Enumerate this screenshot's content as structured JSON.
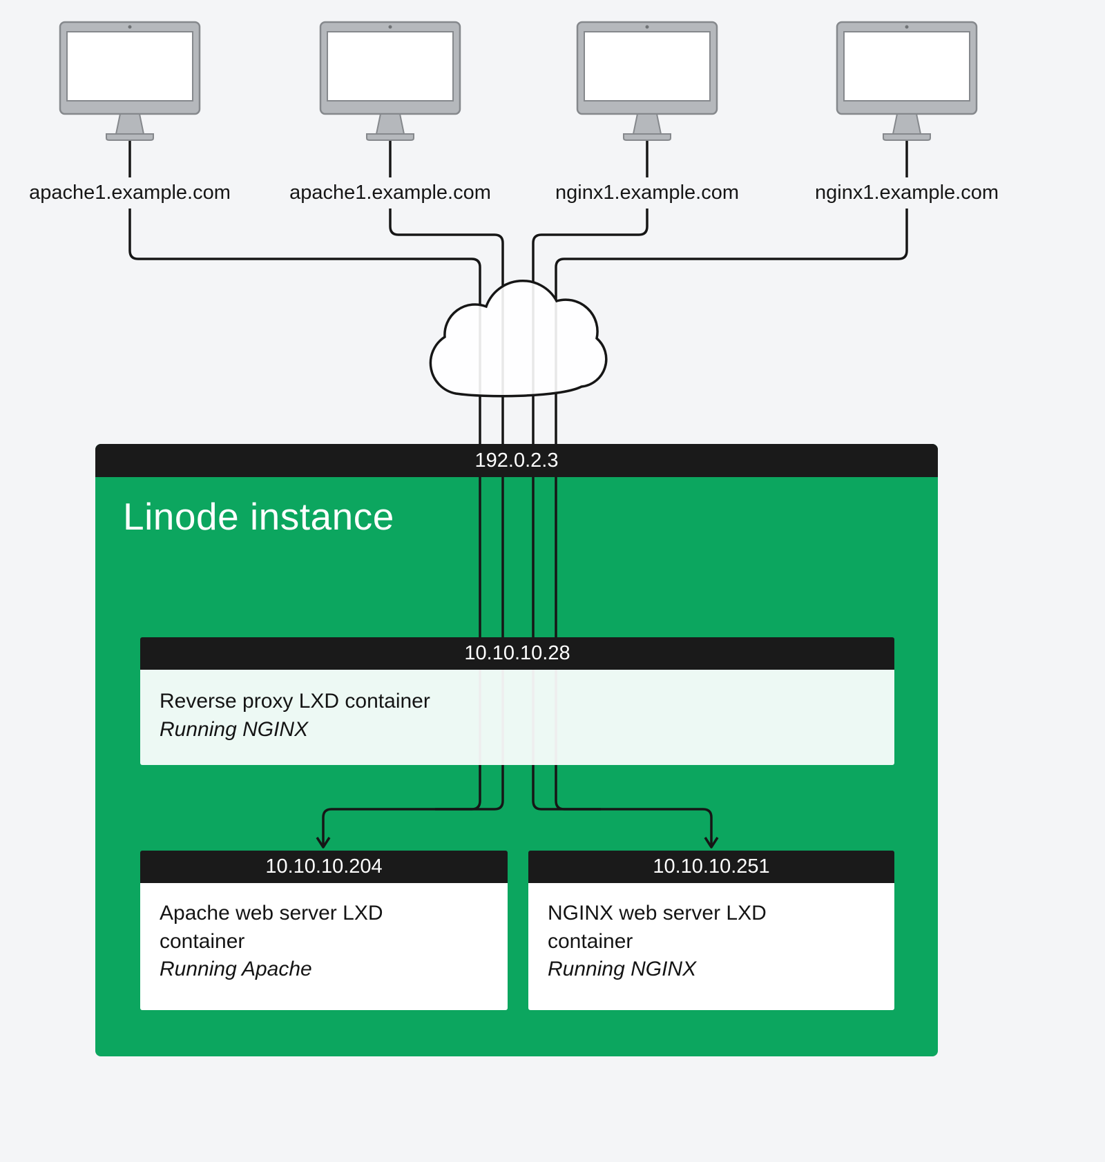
{
  "meta": {
    "background_color": "#f4f5f7",
    "accent_green": "#0ca65f",
    "bar_color": "#1a1a1a",
    "line_color": "#161616"
  },
  "clients": [
    {
      "label": "apache1.example.com",
      "icon": "desktop-monitor-icon"
    },
    {
      "label": "apache1.example.com",
      "icon": "desktop-monitor-icon"
    },
    {
      "label": "nginx1.example.com",
      "icon": "desktop-monitor-icon"
    },
    {
      "label": "nginx1.example.com",
      "icon": "desktop-monitor-icon"
    }
  ],
  "internet": {
    "icon": "cloud-icon"
  },
  "linode": {
    "title": "Linode instance",
    "public_ip": "192.0.2.3",
    "reverse_proxy": {
      "ip": "10.10.10.28",
      "name": "Reverse proxy LXD container",
      "role": "Running NGINX"
    },
    "apache": {
      "ip": "10.10.10.204",
      "name": "Apache web server LXD container",
      "role": "Running Apache"
    },
    "nginx": {
      "ip": "10.10.10.251",
      "name": "NGINX web server LXD container",
      "role": "Running NGINX"
    }
  }
}
